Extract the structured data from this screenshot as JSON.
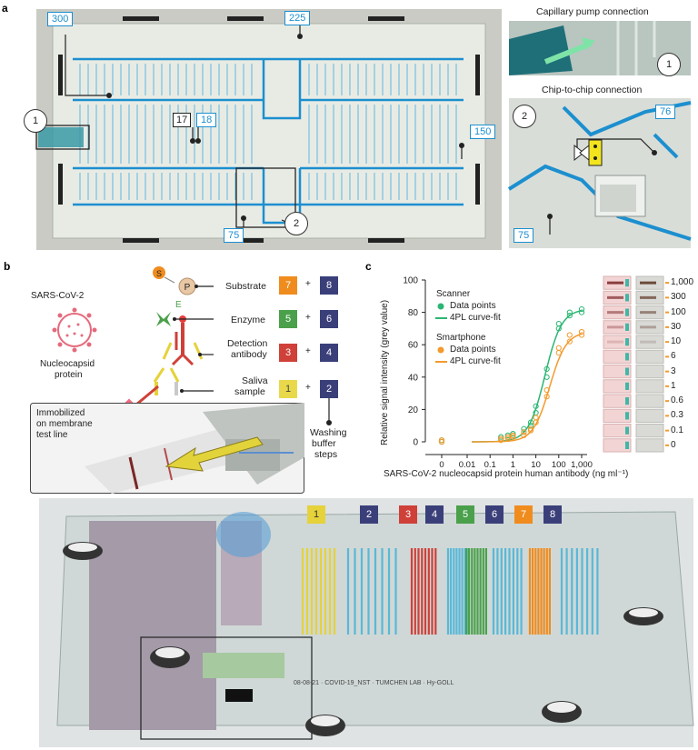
{
  "panel_a": {
    "label": "a",
    "chip_labels": [
      "300",
      "225",
      "17",
      "18",
      "150",
      "75"
    ],
    "callouts": [
      "1",
      "2"
    ],
    "insets": [
      {
        "title": "Capillary pump connection",
        "callout": "1"
      },
      {
        "title": "Chip-to-chip connection",
        "callout": "2",
        "labels": [
          "76",
          "75"
        ]
      }
    ]
  },
  "panel_b": {
    "label": "b",
    "virus_label": "SARS-CoV-2",
    "np_label_1": "Nucleocapsid",
    "np_label_2": "protein",
    "enzyme_letter": "E",
    "substrate_letter": "S",
    "product_letter": "P",
    "reagents": [
      {
        "label": "Substrate",
        "a": "7",
        "b": "8",
        "color_a": "#f08c1e"
      },
      {
        "label": "Enzyme",
        "a": "5",
        "b": "6",
        "color_a": "#4ba04b"
      },
      {
        "label": "Detection antibody",
        "label_1": "Detection",
        "label_2": "antibody",
        "a": "3",
        "b": "4",
        "color_a": "#cf4039"
      },
      {
        "label": "Saliva sample",
        "label_1": "Saliva",
        "label_2": "sample",
        "a": "1",
        "b": "2",
        "color_a": "#e9d94a"
      }
    ],
    "plus": "+",
    "wash_1": "Washing",
    "wash_2": "buffer",
    "wash_3": "steps",
    "immob_1": "Immobilized",
    "immob_2": "on membrane",
    "immob_3": "test line",
    "num_color": "#3a3f7a"
  },
  "panel_c": {
    "label": "c",
    "chart_data": {
      "type": "scatter",
      "ylabel": "Relative signal intensity (grey value)",
      "xlabel": "SARS-CoV-2 nucleocapsid protein human antibody (ng ml⁻¹)",
      "x_scale": "log",
      "xticks": [
        "0",
        "0.01",
        "0.1",
        "1",
        "10",
        "100",
        "1,000"
      ],
      "yticks": [
        "0",
        "20",
        "40",
        "60",
        "80",
        "100"
      ],
      "ylim": [
        0,
        100
      ],
      "legend_groups": [
        {
          "title": "Scanner",
          "entries": [
            "Data points",
            "4PL curve-fit"
          ],
          "color": "#2bb673"
        },
        {
          "title": "Smartphone",
          "entries": [
            "Data points",
            "4PL curve-fit"
          ],
          "color": "#f39a2c"
        }
      ],
      "series": [
        {
          "name": "Scanner",
          "color": "#2bb673",
          "points": [
            [
              0,
              0
            ],
            [
              0,
              1
            ],
            [
              0.3,
              2
            ],
            [
              0.3,
              3
            ],
            [
              0.6,
              3
            ],
            [
              0.6,
              4
            ],
            [
              1,
              4
            ],
            [
              1,
              5
            ],
            [
              3,
              6
            ],
            [
              3,
              8
            ],
            [
              6,
              10
            ],
            [
              6,
              12
            ],
            [
              10,
              18
            ],
            [
              10,
              22
            ],
            [
              30,
              40
            ],
            [
              30,
              45
            ],
            [
              100,
              70
            ],
            [
              100,
              73
            ],
            [
              300,
              78
            ],
            [
              300,
              80
            ],
            [
              1000,
              80
            ],
            [
              1000,
              82
            ]
          ],
          "curve": {
            "top": 82,
            "bottom": 0,
            "ec50": 25,
            "hill": 1.2
          }
        },
        {
          "name": "Smartphone",
          "color": "#f39a2c",
          "points": [
            [
              0,
              0
            ],
            [
              0,
              1
            ],
            [
              0.3,
              1
            ],
            [
              0.3,
              2
            ],
            [
              0.6,
              2
            ],
            [
              0.6,
              3
            ],
            [
              1,
              3
            ],
            [
              1,
              4
            ],
            [
              3,
              4
            ],
            [
              3,
              6
            ],
            [
              6,
              7
            ],
            [
              6,
              8
            ],
            [
              10,
              12
            ],
            [
              10,
              15
            ],
            [
              30,
              28
            ],
            [
              30,
              32
            ],
            [
              100,
              55
            ],
            [
              100,
              58
            ],
            [
              300,
              62
            ],
            [
              300,
              66
            ],
            [
              1000,
              66
            ],
            [
              1000,
              68
            ]
          ],
          "curve": {
            "top": 68,
            "bottom": 0,
            "ec50": 40,
            "hill": 1.2
          }
        }
      ]
    },
    "strip_labels": [
      "1,000",
      "300",
      "100",
      "30",
      "10",
      "6",
      "3",
      "1",
      "0.6",
      "0.3",
      "0.1",
      "0"
    ]
  },
  "panel_d": {
    "chips": [
      {
        "n": "1",
        "color": "#e6d23a",
        "text": "#333"
      },
      {
        "n": "2",
        "color": "#3a3f7a",
        "text": "#fff"
      },
      {
        "n": "3",
        "color": "#cf4039",
        "text": "#fff"
      },
      {
        "n": "4",
        "color": "#3a3f7a",
        "text": "#fff"
      },
      {
        "n": "5",
        "color": "#4ba04b",
        "text": "#fff"
      },
      {
        "n": "6",
        "color": "#3a3f7a",
        "text": "#fff"
      },
      {
        "n": "7",
        "color": "#f08c1e",
        "text": "#fff"
      },
      {
        "n": "8",
        "color": "#3a3f7a",
        "text": "#fff"
      }
    ],
    "chip_text": "08-08-21 · COVID-19_NST · TUMCHEN LAB · Hy-GOLL"
  }
}
